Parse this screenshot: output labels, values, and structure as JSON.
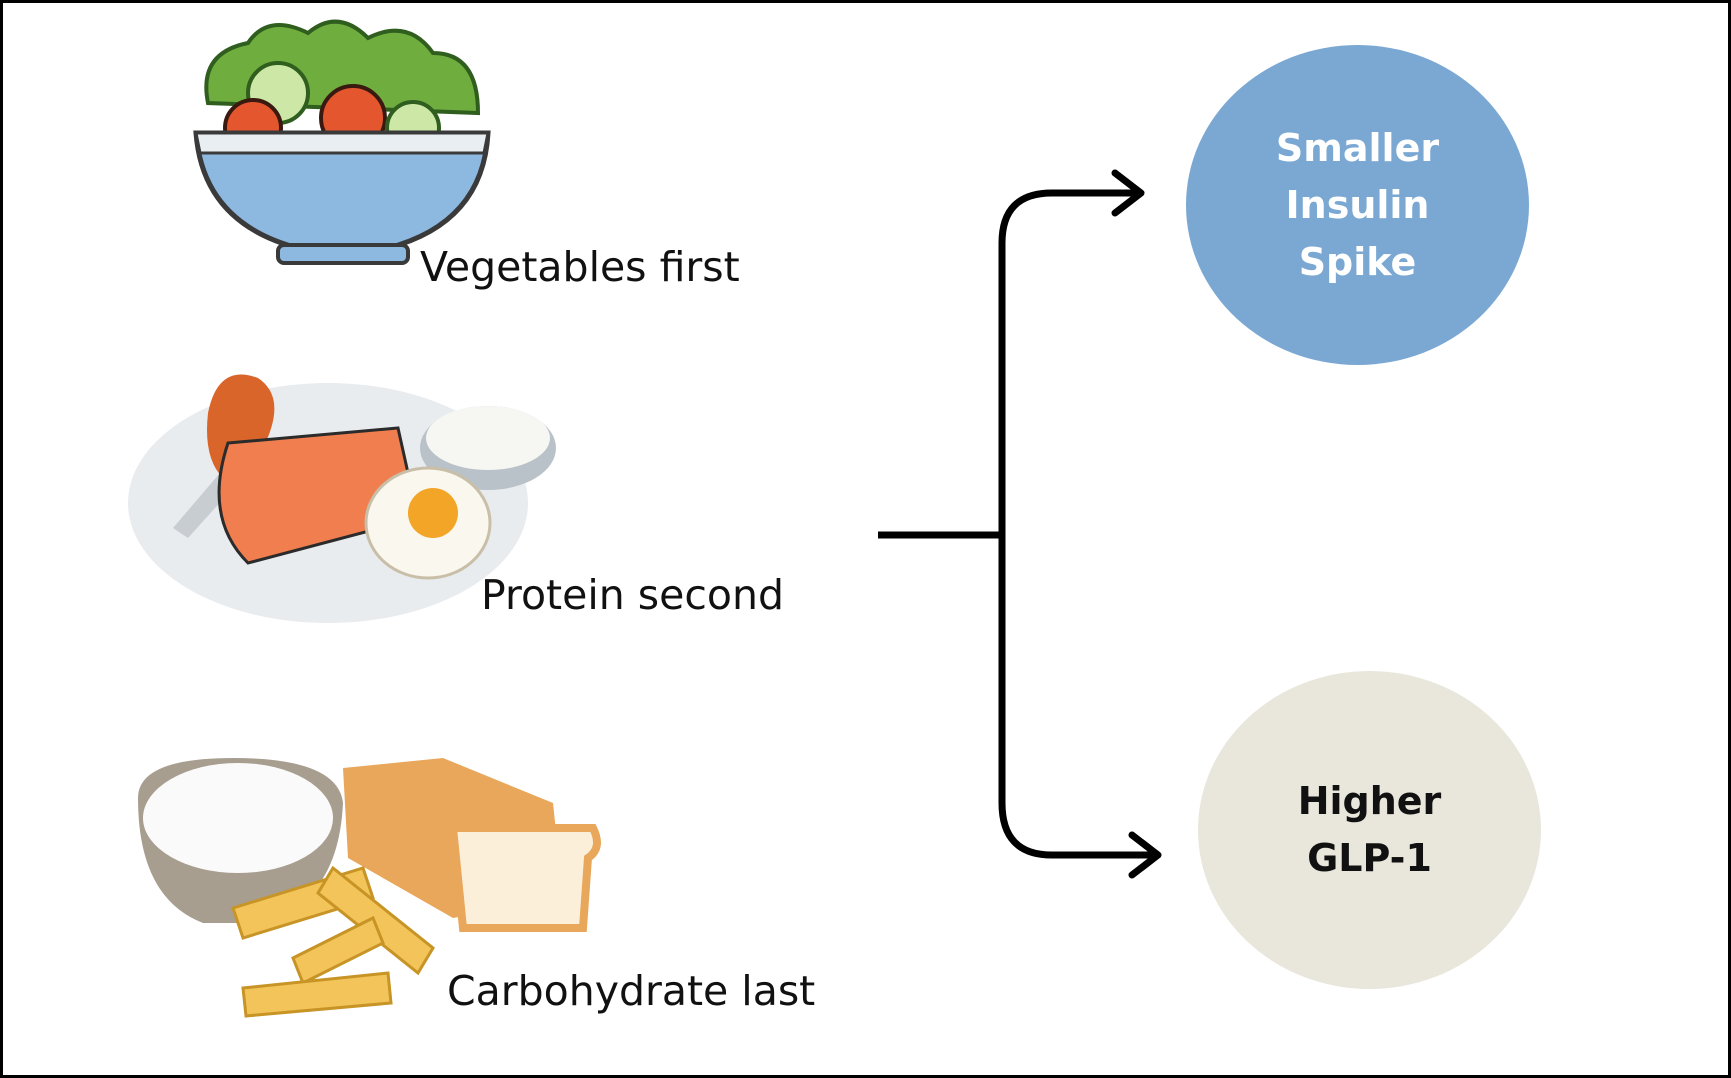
{
  "steps": [
    {
      "label": "Vegetables first",
      "icon": "salad-bowl-icon"
    },
    {
      "label": "Protein second",
      "icon": "protein-plate-icon"
    },
    {
      "label": "Carbohydrate last",
      "icon": "carbs-icon"
    }
  ],
  "outcomes": [
    {
      "lines": [
        "Smaller",
        "Insulin",
        "Spike"
      ],
      "color": "#7AA8D3",
      "text_color": "#FFFFFF"
    },
    {
      "lines": [
        "Higher",
        "GLP-1"
      ],
      "color": "#E9E7DC",
      "text_color": "#111111"
    }
  ]
}
